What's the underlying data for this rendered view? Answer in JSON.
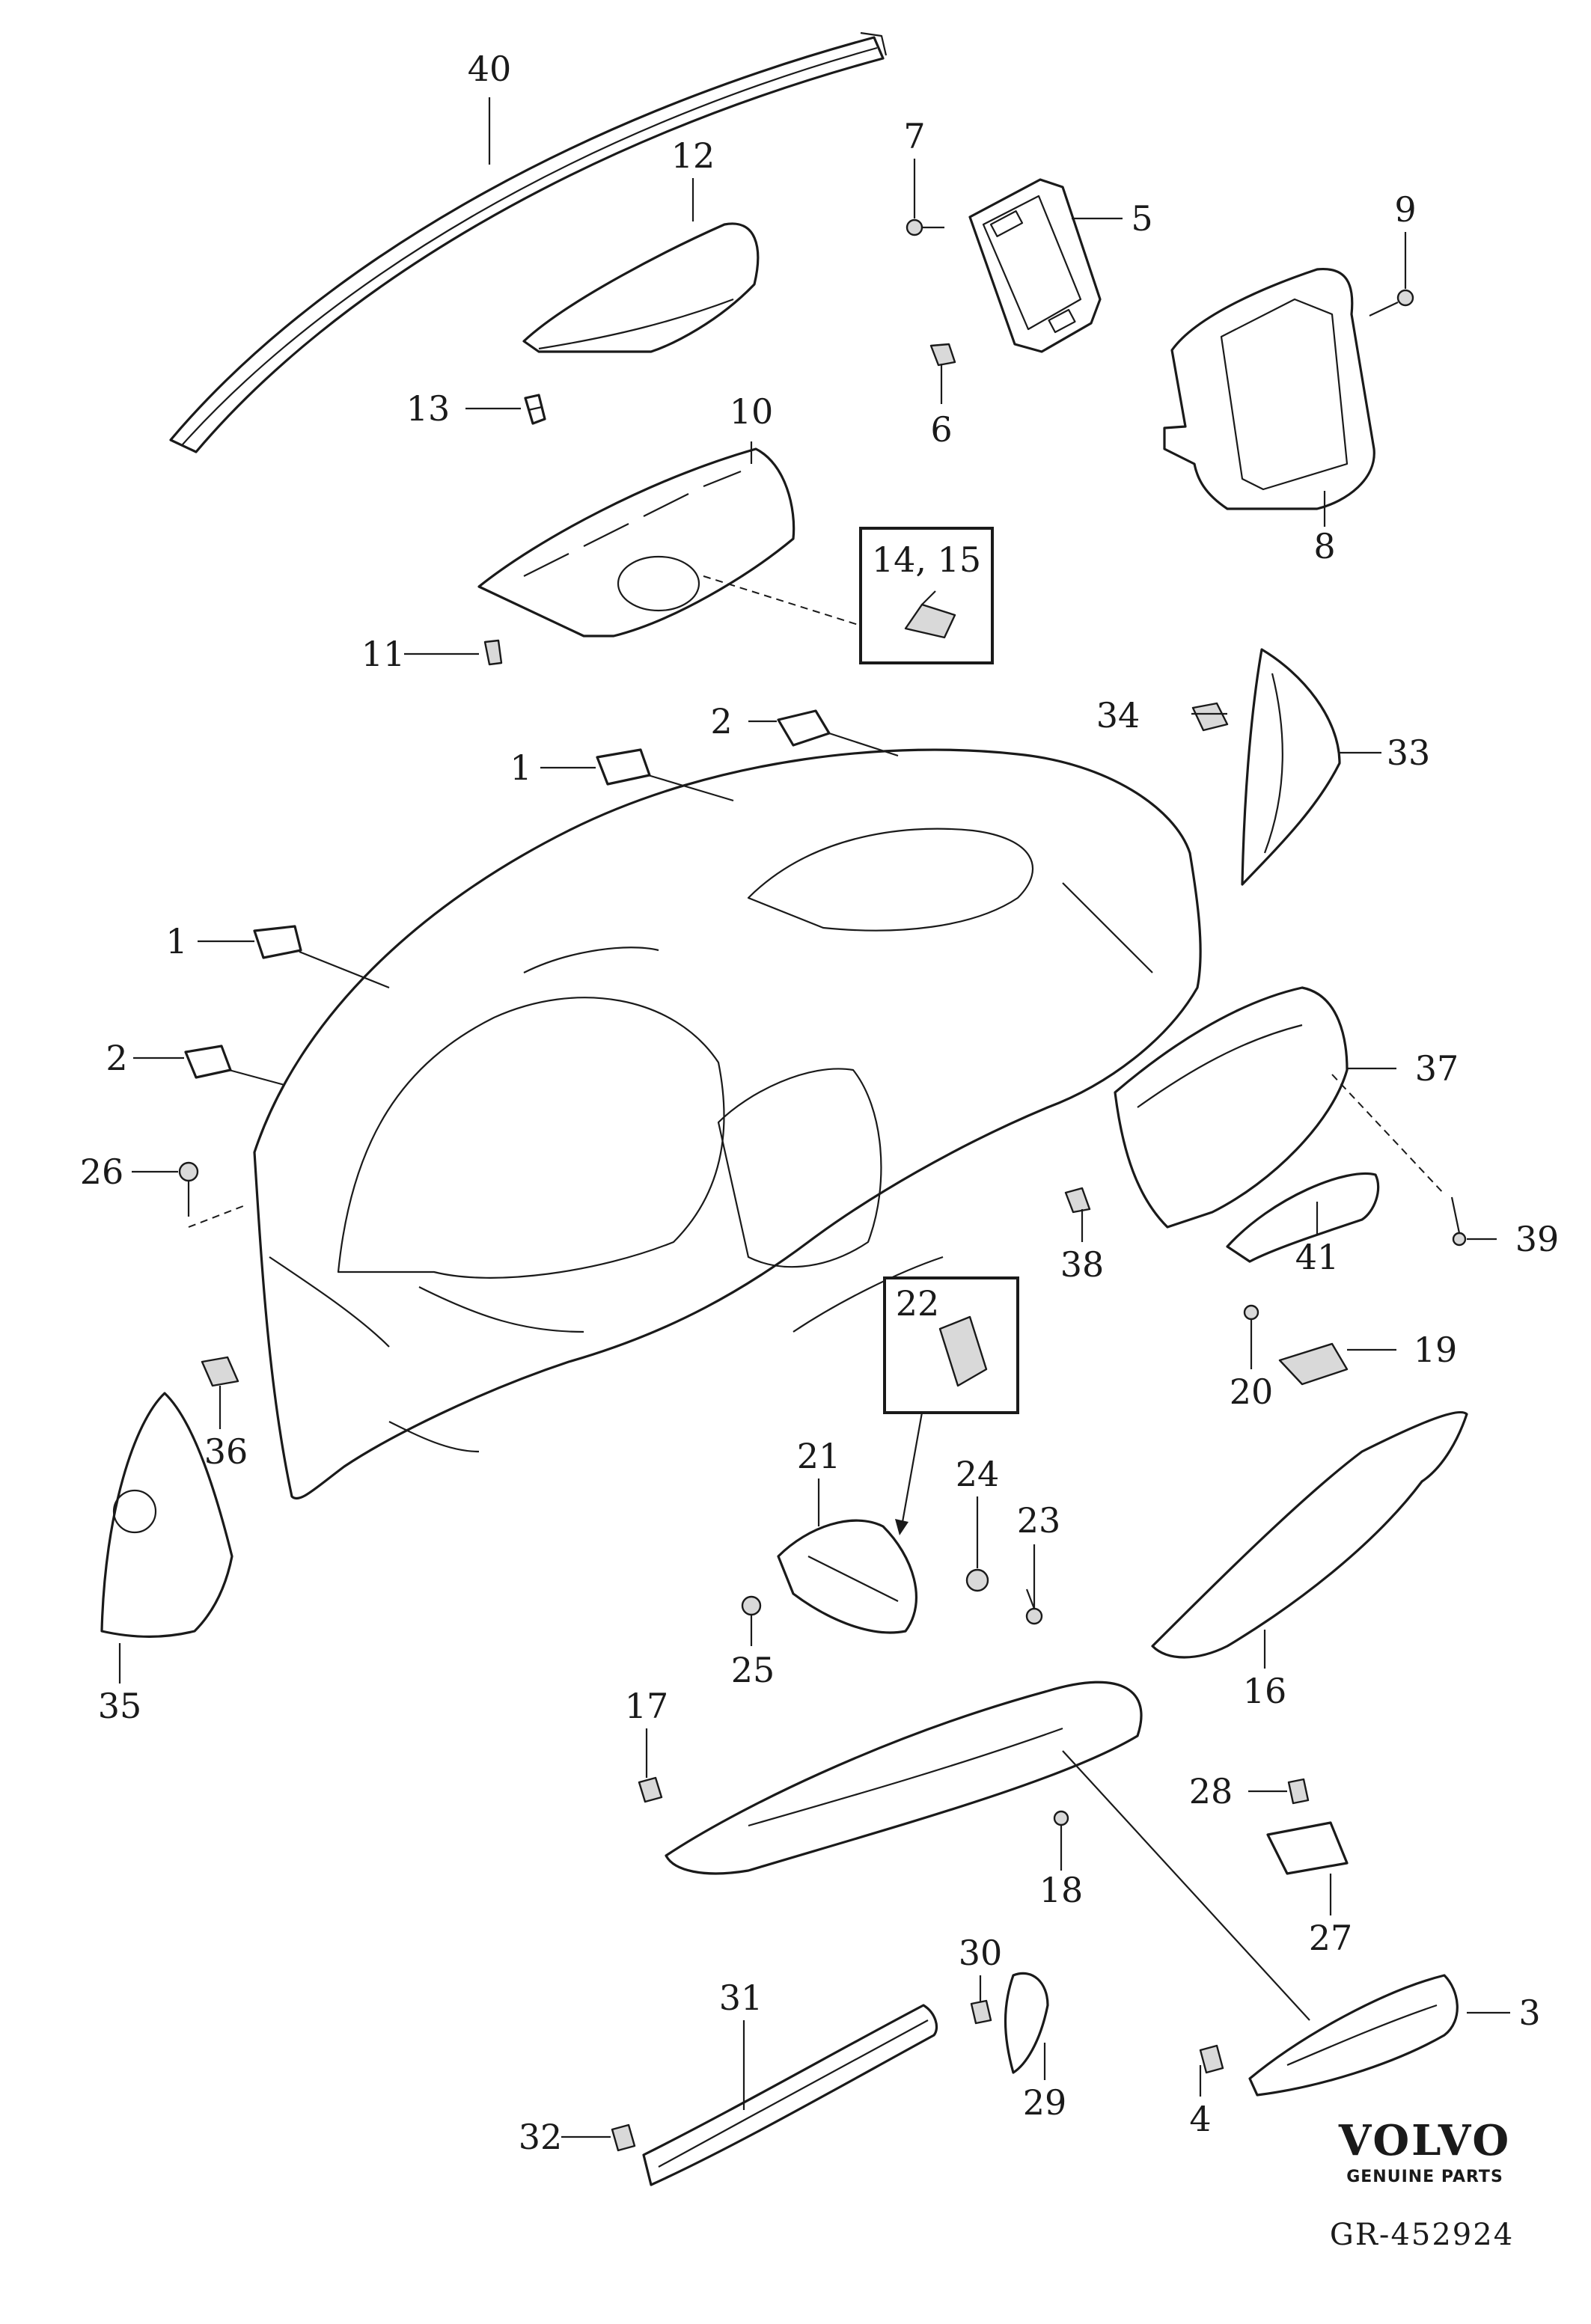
{
  "callouts": {
    "c40": "40",
    "c12": "12",
    "c7": "7",
    "c5": "5",
    "c9": "9",
    "c13": "13",
    "c6": "6",
    "c10": "10",
    "c8": "8",
    "c14_15": "14, 15",
    "c11": "11",
    "c2_top": "2",
    "c34": "34",
    "c33": "33",
    "c1_top": "1",
    "c1_left": "1",
    "c2_left": "2",
    "c37": "37",
    "c26": "26",
    "c38": "38",
    "c41": "41",
    "c39": "39",
    "c22": "22",
    "c19": "19",
    "c20": "20",
    "c36": "36",
    "c21": "21",
    "c24": "24",
    "c23": "23",
    "c25": "25",
    "c16": "16",
    "c35": "35",
    "c17": "17",
    "c28": "28",
    "c18": "18",
    "c27": "27",
    "c30": "30",
    "c31": "31",
    "c3": "3",
    "c32": "32",
    "c29": "29",
    "c4": "4"
  },
  "brand": {
    "name": "VOLVO",
    "subtitle": "GENUINE PARTS"
  },
  "document_number": "GR-452924"
}
